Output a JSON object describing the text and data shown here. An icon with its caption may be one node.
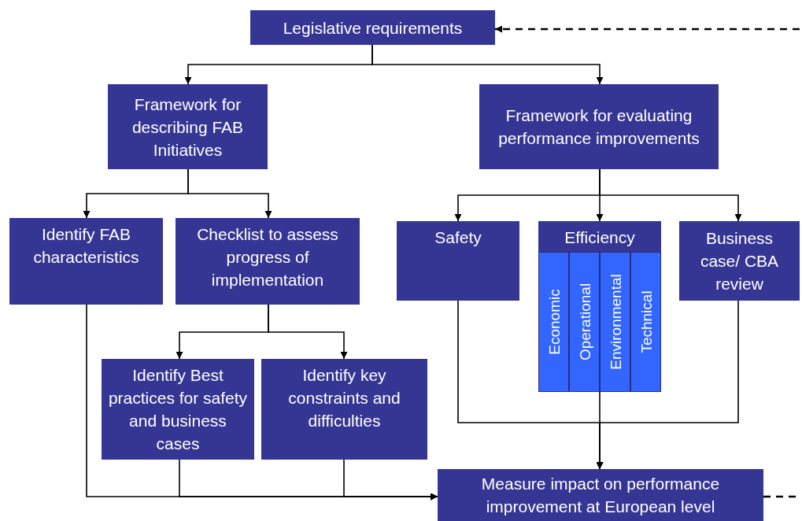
{
  "diagram": {
    "nodes": [
      {
        "text": [
          "Legislative requirements"
        ]
      },
      {
        "text": [
          "Framework for describing FAB Initiatives"
        ]
      },
      {
        "text": [
          "Framework for evaluating performance improvements"
        ]
      },
      {
        "text": [
          "Identify FAB characteristics"
        ]
      },
      {
        "text": [
          "Checklist to assess progress of implementation"
        ]
      },
      {
        "text": [
          "Safety"
        ]
      },
      {
        "text": [
          "Efficiency"
        ]
      },
      {
        "text": [
          "Economic"
        ],
        "in": 6
      },
      {
        "text": [
          "Operational"
        ],
        "in": 6
      },
      {
        "text": [
          "Environmental"
        ],
        "in": 6
      },
      {
        "text": [
          "Technical"
        ],
        "in": 6
      },
      {
        "text": [
          "Business case/ CBA review"
        ]
      },
      {
        "text": [
          "Identify Best practices for safety and business cases"
        ]
      },
      {
        "text": [
          "Identify key constraints and difficulties"
        ]
      },
      {
        "text": [
          "Measure impact on performance improvement at European level"
        ]
      }
    ],
    "edges": [
      {
        "from": 0,
        "to": 1,
        "arrow": "to"
      },
      {
        "from": 0,
        "to": 2,
        "arrow": "to"
      },
      {
        "from": 1,
        "to": 3,
        "arrow": "to"
      },
      {
        "from": 1,
        "to": 4,
        "arrow": "to"
      },
      {
        "from": 2,
        "to": 5,
        "arrow": "to"
      },
      {
        "from": 2,
        "to": 6,
        "arrow": "to"
      },
      {
        "from": 2,
        "to": 11,
        "arrow": "to"
      },
      {
        "from": 4,
        "to": 12,
        "arrow": "to"
      },
      {
        "from": 4,
        "to": 13,
        "arrow": "to"
      },
      {
        "from": 3,
        "to": 14,
        "arrow": "to"
      },
      {
        "from": 12,
        "to": 14,
        "arrow": "to"
      },
      {
        "from": 13,
        "to": 14,
        "arrow": "to"
      },
      {
        "from": 5,
        "to": 14,
        "arrow": "to"
      },
      {
        "from": 6,
        "to": 14,
        "arrow": "to"
      },
      {
        "from": 11,
        "to": 14,
        "arrow": "to"
      },
      {
        "from": null,
        "to": 0,
        "arrow": "to",
        "style": "dashed"
      },
      {
        "from": 14,
        "to": null,
        "arrow": "none",
        "style": "dashed"
      }
    ]
  }
}
